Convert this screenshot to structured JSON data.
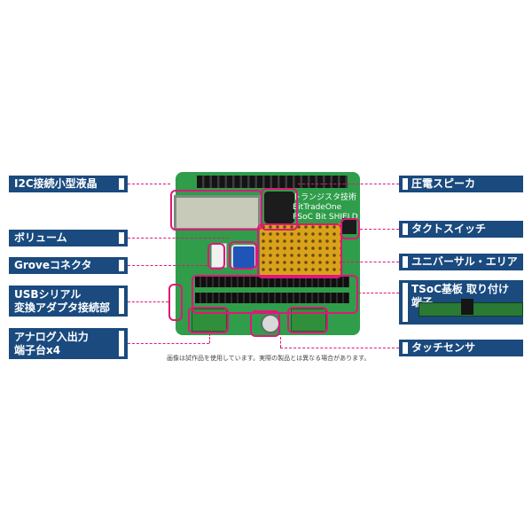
{
  "labels": {
    "left": {
      "i2c_lcd": "I2C接続小型液晶",
      "volume": "ボリューム",
      "grove": "Groveコネクタ",
      "usb_serial": "USBシリアル\n変換アダプタ接続部",
      "analog_io": "アナログ入出力\n端子台x4"
    },
    "right": {
      "speaker": "圧電スピーカ",
      "tact_switch": "タクトスイッチ",
      "universal_area": "ユニバーサル・エリア",
      "tsoc_board": "TSoC基板 取り付け端子",
      "touch_sensor": "タッチセンサ"
    }
  },
  "board": {
    "silkscreen": [
      "トランジスタ技術",
      "BitTradeOne",
      "PSoC Bit SHIELD"
    ]
  },
  "caption": "画像は試作品を使用しています。実際の製品とは異なる場合があります。",
  "colors": {
    "label_bg": "#1a4a7e",
    "leader": "#e0177a",
    "board": "#2f9d4a"
  }
}
